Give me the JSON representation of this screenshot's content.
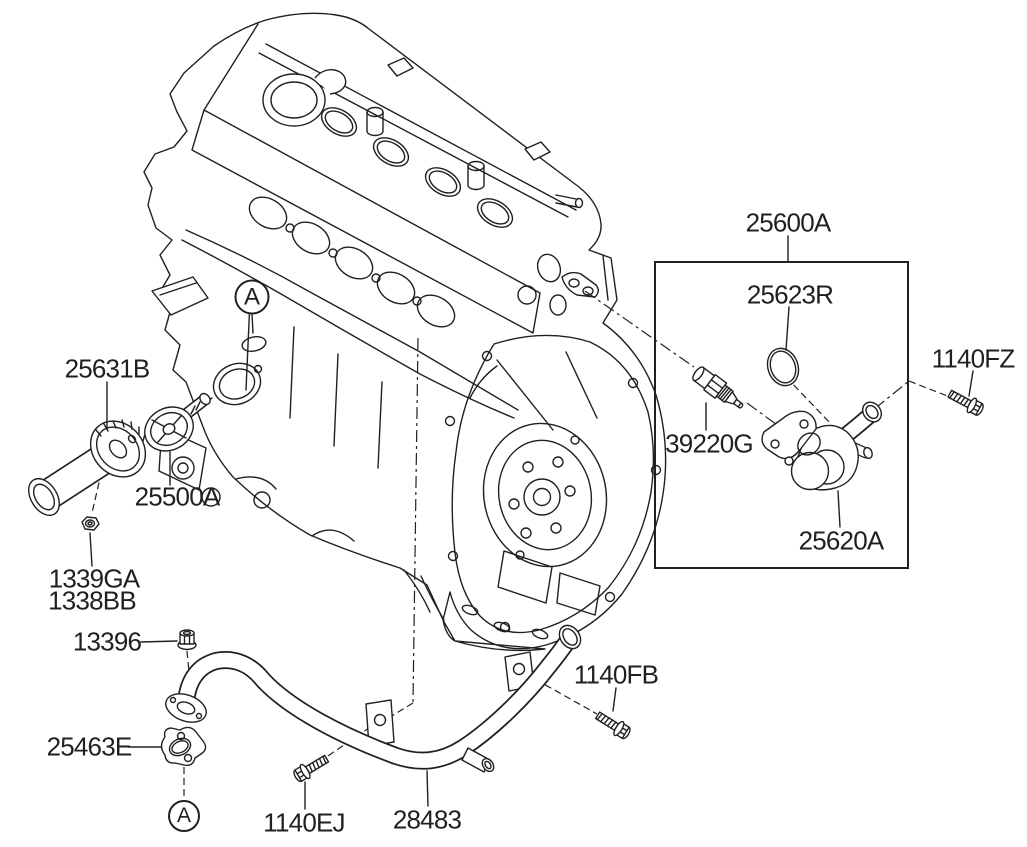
{
  "diagram": {
    "colors": {
      "background": "#ffffff",
      "line": "#231f20",
      "text": "#231f20"
    },
    "part_labels": [
      {
        "id": "25600A",
        "text": "25600A"
      },
      {
        "id": "25623R",
        "text": "25623R"
      },
      {
        "id": "39220G",
        "text": "39220G"
      },
      {
        "id": "25620A",
        "text": "25620A"
      },
      {
        "id": "1140FZ",
        "text": "1140FZ"
      },
      {
        "id": "25631B",
        "text": "25631B"
      },
      {
        "id": "25500A",
        "text": "25500A"
      },
      {
        "id": "1339GA",
        "text": "1339GA"
      },
      {
        "id": "1338BB",
        "text": "1338BB"
      },
      {
        "id": "13396",
        "text": "13396"
      },
      {
        "id": "25463E",
        "text": "25463E"
      },
      {
        "id": "1140EJ",
        "text": "1140EJ"
      },
      {
        "id": "1140FB",
        "text": "1140FB"
      },
      {
        "id": "28483",
        "text": "28483"
      }
    ],
    "assembly_box": {
      "label": "25600A",
      "member_labels": [
        "25623R",
        "39220G",
        "25620A"
      ]
    },
    "view_markers": [
      {
        "id": "view-a-upper",
        "text": "A"
      },
      {
        "id": "view-a-lower",
        "text": "A"
      }
    ]
  }
}
